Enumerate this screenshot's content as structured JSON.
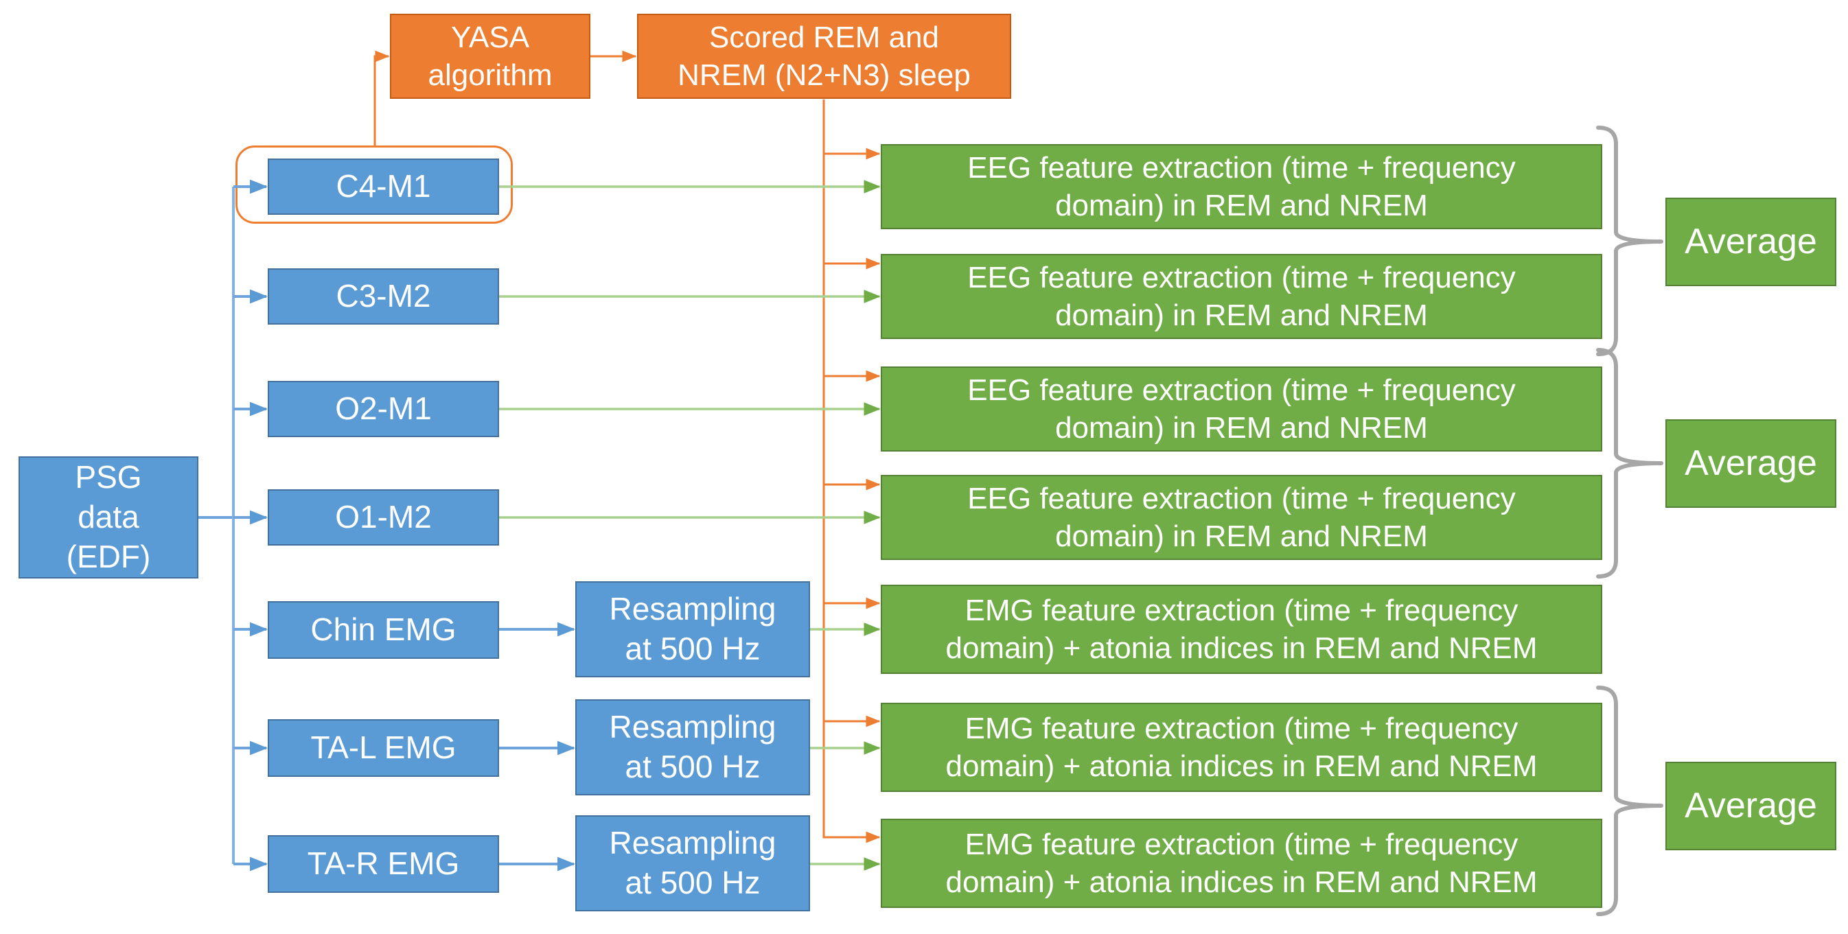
{
  "colors": {
    "blue": "#5b9bd5",
    "blue_border": "#41719c",
    "blue_line": "#6fa3dc",
    "blue_trunk": "#85b3e0",
    "orange": "#ed7d31",
    "orange_border": "#c55a11",
    "green": "#70ad47",
    "green_border": "#548235",
    "line_green": "#a9d18e",
    "brace_gray": "#a6a6a6",
    "text": "#ffffff"
  },
  "source": {
    "label": "PSG\ndata\n(EDF)"
  },
  "pipeline": {
    "yasa_label": "YASA\nalgorithm",
    "scored_label": "Scored REM and\nNREM (N2+N3) sleep"
  },
  "channels": [
    {
      "label": "C4-M1"
    },
    {
      "label": "C3-M2"
    },
    {
      "label": "O2-M1"
    },
    {
      "label": "O1-M2"
    },
    {
      "label": "Chin EMG"
    },
    {
      "label": "TA-L EMG"
    },
    {
      "label": "TA-R EMG"
    }
  ],
  "resampling_label": "Resampling\nat 500 Hz",
  "features": [
    {
      "text": "EEG feature extraction (time + frequency\ndomain) in REM and NREM"
    },
    {
      "text": "EEG feature extraction (time + frequency\ndomain) in REM and NREM"
    },
    {
      "text": "EEG feature extraction (time + frequency\ndomain) in REM and NREM"
    },
    {
      "text": "EEG feature extraction (time + frequency\ndomain) in REM and NREM"
    },
    {
      "text": "EMG feature extraction (time + frequency\ndomain) + atonia indices in REM and NREM"
    },
    {
      "text": "EMG feature extraction (time + frequency\ndomain) + atonia indices in REM and NREM"
    },
    {
      "text": "EMG feature extraction (time + frequency\ndomain) + atonia indices in REM and NREM"
    }
  ],
  "averages": [
    {
      "label": "Average"
    },
    {
      "label": "Average"
    },
    {
      "label": "Average"
    }
  ]
}
